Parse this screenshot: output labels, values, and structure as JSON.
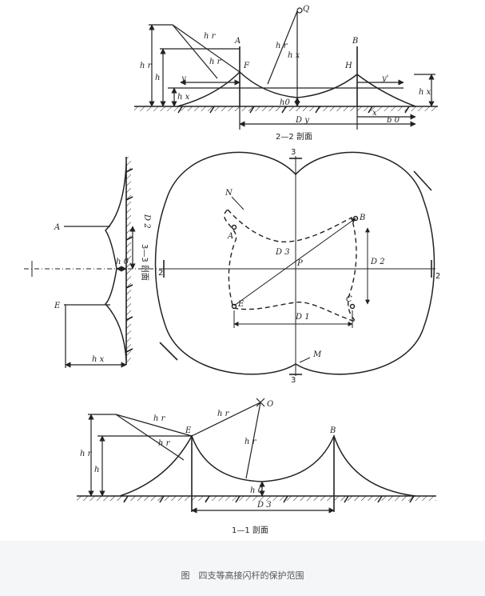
{
  "caption": "图　四支等高接闪杆的保护范围",
  "section_2_2": {
    "title": "2—2 剖面",
    "labels": {
      "Q": "Q",
      "A": "A",
      "B": "B",
      "F": "F",
      "H": "H",
      "hr": "h r",
      "h": "h",
      "hx": "h x",
      "h0": "h0",
      "hx_r": "h x",
      "y": "y",
      "y_prime": "y'",
      "Dy": "D y",
      "x": "x",
      "b0": "b 0"
    }
  },
  "plan": {
    "labels": {
      "sec3_top": "3",
      "sec3_bot": "3",
      "sec2_left": "2",
      "sec2_right": "2",
      "N": "N",
      "M": "M",
      "A": "A",
      "B": "B",
      "C": "C",
      "E": "E",
      "P": "P",
      "D3": "D 3",
      "D1": "D 1",
      "D2_right": "D 2"
    }
  },
  "section_3_3": {
    "title": "3—3 剖面",
    "labels": {
      "A": "A",
      "E": "E",
      "D2": "D 2",
      "h0": "h 0",
      "hx": "h x"
    }
  },
  "section_1_1": {
    "title": "1—1 剖面",
    "labels": {
      "O": "O",
      "E": "E",
      "B": "B",
      "hr": "h r",
      "h": "h",
      "h0": "h 0",
      "D3": "D 3"
    }
  }
}
